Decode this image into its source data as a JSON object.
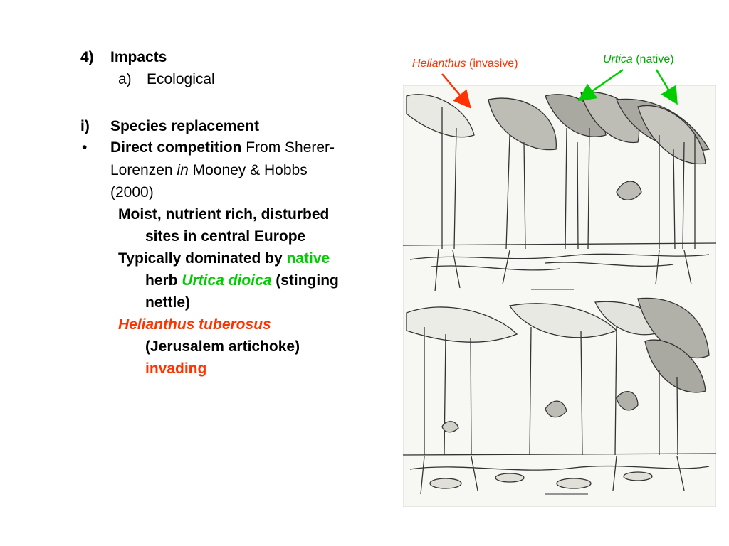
{
  "outline": {
    "h1_num": "4)",
    "h1_text": "Impacts",
    "h2_num": "a)",
    "h2_text": "Ecological",
    "sub_num": "i)",
    "sub_text": "Species replacement",
    "bullet": "•",
    "dc_bold": "Direct competition",
    "dc_rest1": " From Sherer-",
    "dc_line2a": "Lorenzen ",
    "dc_in": "in",
    "dc_line2b": " Mooney & Hobbs",
    "dc_line3": "(2000)",
    "p1_line1": "Moist, nutrient rich, disturbed",
    "p1_line2": "sites in central Europe",
    "p2_line1a": "Typically dominated by ",
    "p2_native": "native",
    "p2_line2a": "herb ",
    "p2_urtica": "Urtica dioica",
    "p2_line2b": " (stinging",
    "p2_line3": "nettle)",
    "p3_line1": "Helianthus tuberosus",
    "p3_line2": "(Jerusalem artichoke)",
    "p3_line3": "invading"
  },
  "captions": {
    "helianthus_genus": "Helianthus",
    "helianthus_status": " (invasive)",
    "urtica_genus": "Urtica",
    "urtica_status": " (native)"
  },
  "colors": {
    "native_green": "#00cc00",
    "invasive_red": "#ff3300",
    "caption_green": "#00aa00"
  }
}
